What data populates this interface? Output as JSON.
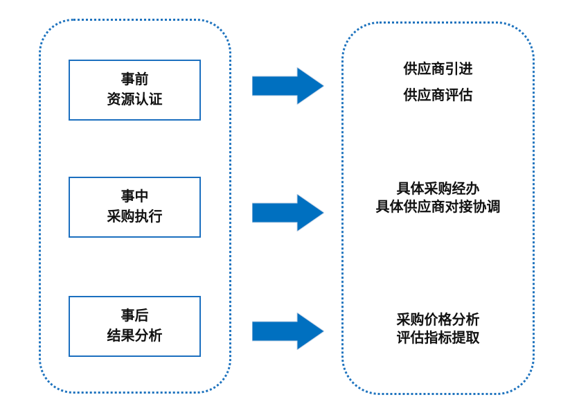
{
  "diagram": {
    "left_panel": {
      "stages": [
        {
          "line1": "事前",
          "line2": "资源认证"
        },
        {
          "line1": "事中",
          "line2": "采购执行"
        },
        {
          "line1": "事后",
          "line2": "结果分析"
        }
      ]
    },
    "right_panel": {
      "groups": [
        {
          "line1": "供应商引进",
          "line2": "供应商评估"
        },
        {
          "line1": "具体采购经办",
          "line2": "具体供应商对接协调"
        },
        {
          "line1": "采购价格分析",
          "line2": "评估指标提取"
        }
      ]
    },
    "icons": {
      "arrow": "arrow-right-icon"
    },
    "colors": {
      "arrow_blue": "#0070C0",
      "box_border_blue": "#1B6FBF",
      "dotted_border_blue": "#1E73BE",
      "text": "#111111",
      "background": "#FFFFFF"
    }
  }
}
